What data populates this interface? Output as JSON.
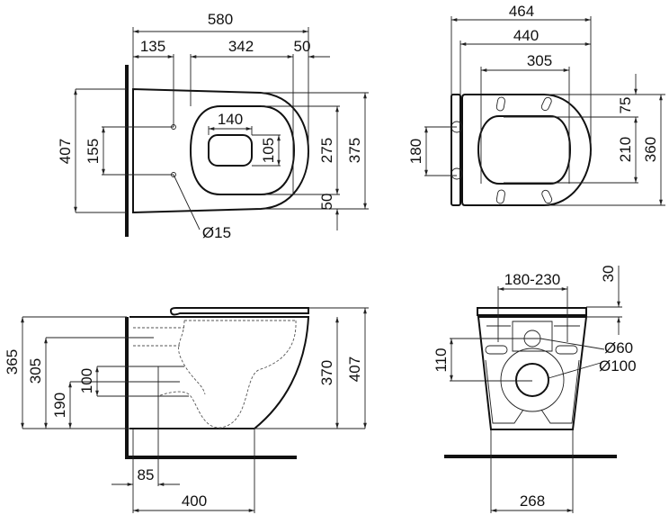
{
  "top_view": {
    "overall_length": "580",
    "bolt_offset": "135",
    "bowl_length": "342",
    "rim_front": "50",
    "overall_width": "407",
    "bolt_spacing": "155",
    "hole_width": "140",
    "hole_depth": "105",
    "bowl_width": "275",
    "rim_width": "375",
    "rim_side": "50",
    "bolt_diameter": "Ø15"
  },
  "seat_view": {
    "seat_length": "464",
    "seat_inner_length": "440",
    "opening_length": "305",
    "hinge_spacing": "180",
    "front_margin": "75",
    "opening_width": "210",
    "seat_width": "360"
  },
  "side_view": {
    "height_total": "365",
    "height_inlet": "305",
    "height_outlet": "190",
    "outlet_range": "100",
    "body_height": "370",
    "height_with_seat": "407",
    "outlet_offset": "85",
    "depth": "400"
  },
  "front_view": {
    "bolt_range": "180-230",
    "seat_thickness": "30",
    "inlet_diameter": "Ø60",
    "outlet_diameter": "Ø100",
    "inlet_outlet_distance": "110",
    "base_width": "268"
  }
}
